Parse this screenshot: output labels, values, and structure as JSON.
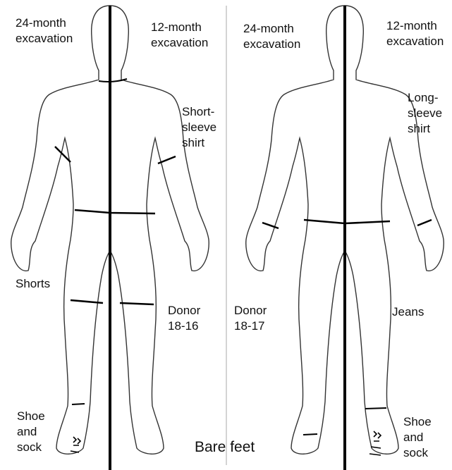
{
  "left_figure": {
    "label_top_left": "24-month\nexcavation",
    "label_top_right": "12-month\nexcavation",
    "clothing_upper": "Short-\nsleeve\nshirt",
    "clothing_lower": "Shorts",
    "donor": "Donor\n18-16",
    "footwear": "Shoe\nand\nsock"
  },
  "right_figure": {
    "label_top_left": "24-month\nexcavation",
    "label_top_right": "12-month\nexcavation",
    "clothing_upper": "Long-\nsleeve\nshirt",
    "clothing_lower": "Jeans",
    "donor": "Donor\n18-17",
    "footwear": "Shoe\nand\nsock"
  },
  "bare_feet_label": "Bare feet",
  "colors": {
    "outline": "#333333",
    "marker": "#000000",
    "divider": "#d4d4d4"
  }
}
